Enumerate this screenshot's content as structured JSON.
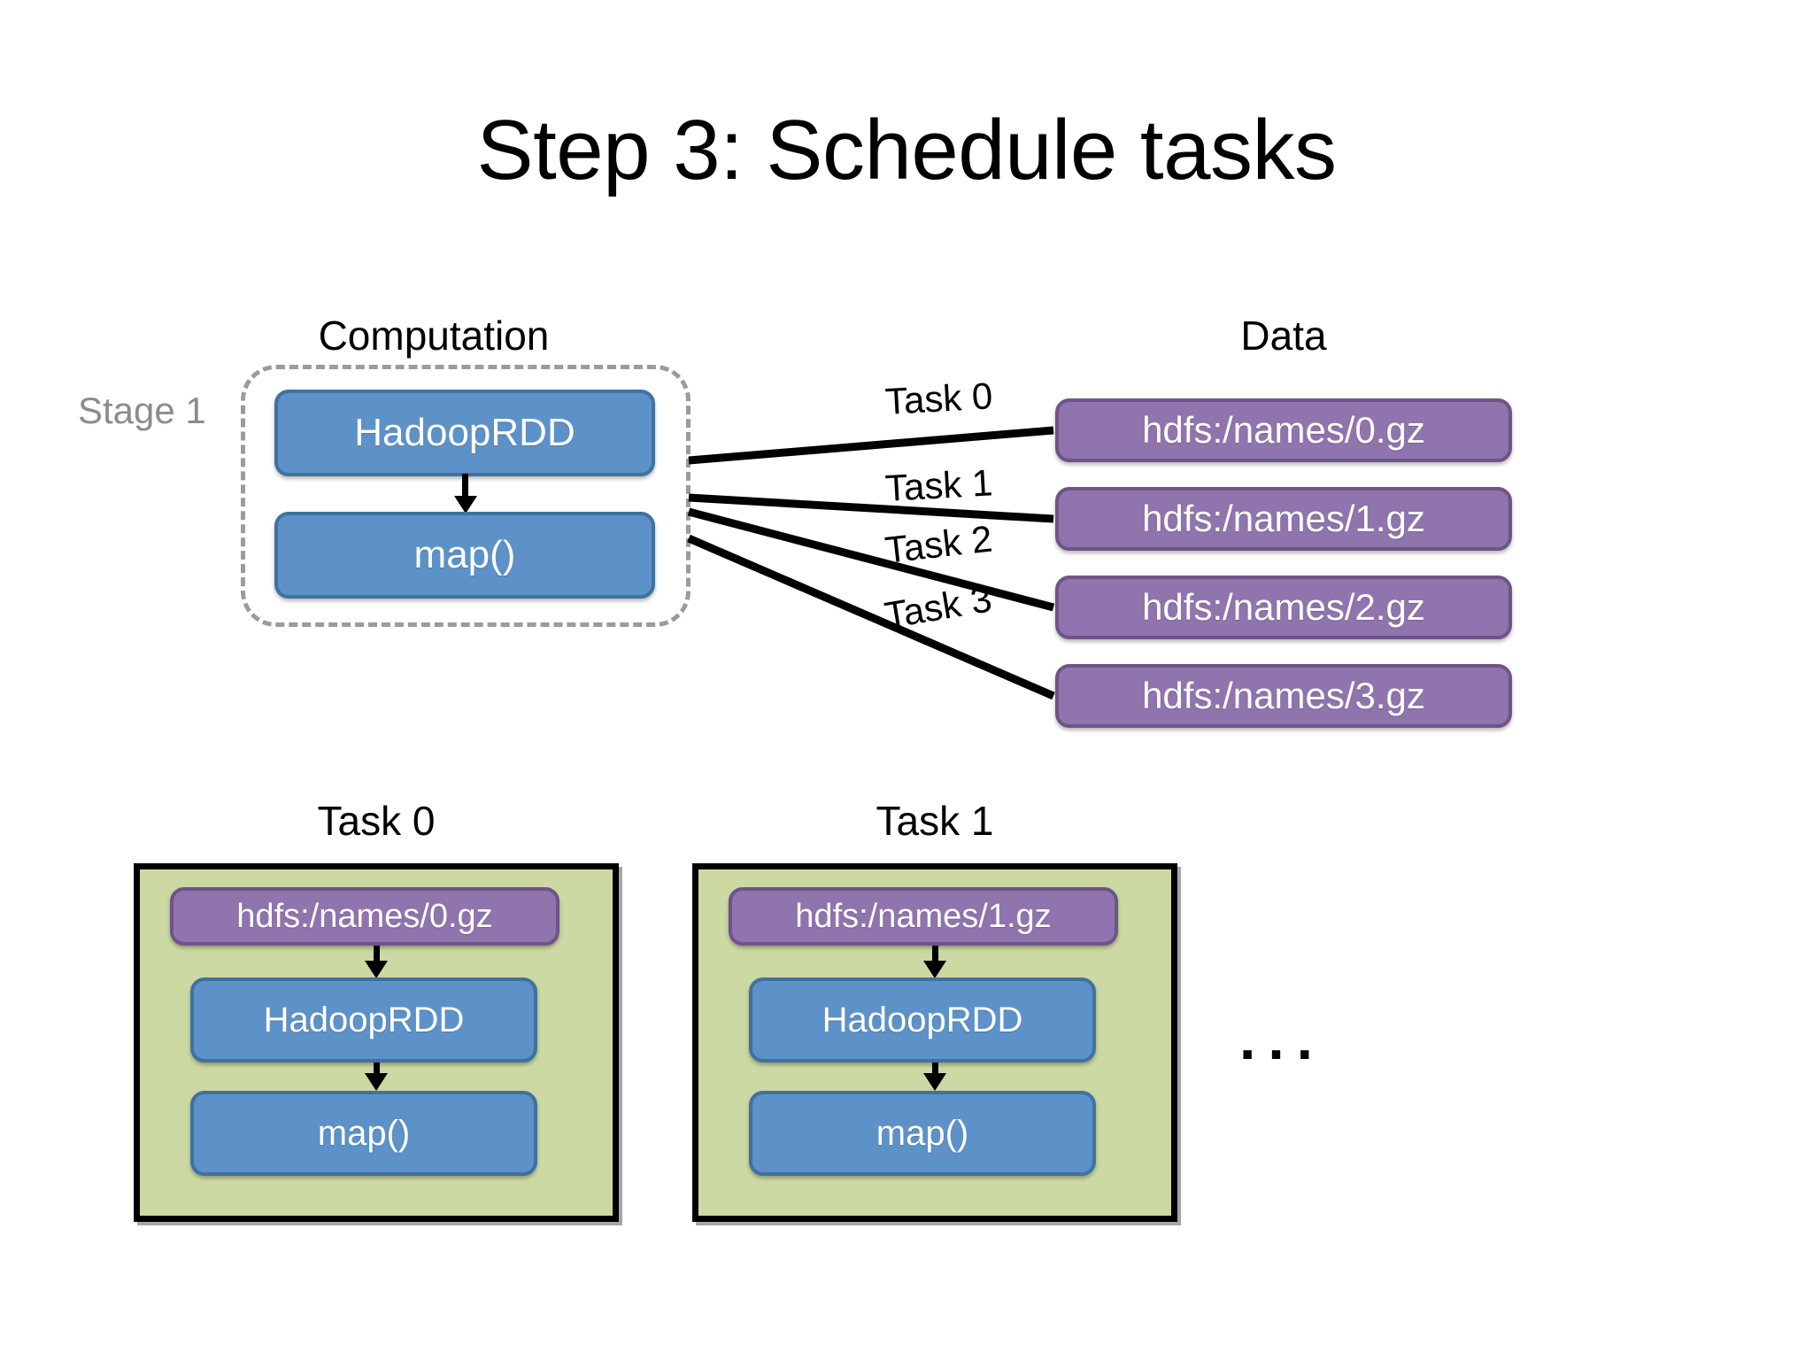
{
  "slide": {
    "title": "Step 3: Schedule tasks"
  },
  "columns": {
    "computation_header": "Computation",
    "data_header": "Data"
  },
  "stage": {
    "label": "Stage 1",
    "nodes": [
      {
        "name": "hadooprdd",
        "label": "HadoopRDD",
        "color": "#5d92c9"
      },
      {
        "name": "map",
        "label": "map()",
        "color": "#5d92c9"
      }
    ]
  },
  "data_partitions": [
    {
      "label": "hdfs:/names/0.gz",
      "color": "#9074ad"
    },
    {
      "label": "hdfs:/names/1.gz",
      "color": "#9074ad"
    },
    {
      "label": "hdfs:/names/2.gz",
      "color": "#9074ad"
    },
    {
      "label": "hdfs:/names/3.gz",
      "color": "#9074ad"
    }
  ],
  "task_edges": [
    {
      "label": "Task 0"
    },
    {
      "label": "Task 1"
    },
    {
      "label": "Task 2"
    },
    {
      "label": "Task 3"
    }
  ],
  "task_panels": [
    {
      "title": "Task 0",
      "background": "#ccd9a3",
      "data_label": "hdfs:/names/0.gz",
      "rdd_label": "HadoopRDD",
      "map_label": "map()"
    },
    {
      "title": "Task 1",
      "background": "#ccd9a3",
      "data_label": "hdfs:/names/1.gz",
      "rdd_label": "HadoopRDD",
      "map_label": "map()"
    }
  ],
  "more_indicator": "...",
  "colors": {
    "blue_node": "#5d92c9",
    "blue_node_border": "#3f729f",
    "purple_node": "#9074ad",
    "purple_node_border": "#6f5488",
    "panel_green": "#ccd9a3",
    "stage_dashed": "#9b9b9b",
    "stage_label_gray": "#8c8c8c",
    "text_dark": "#000000"
  }
}
